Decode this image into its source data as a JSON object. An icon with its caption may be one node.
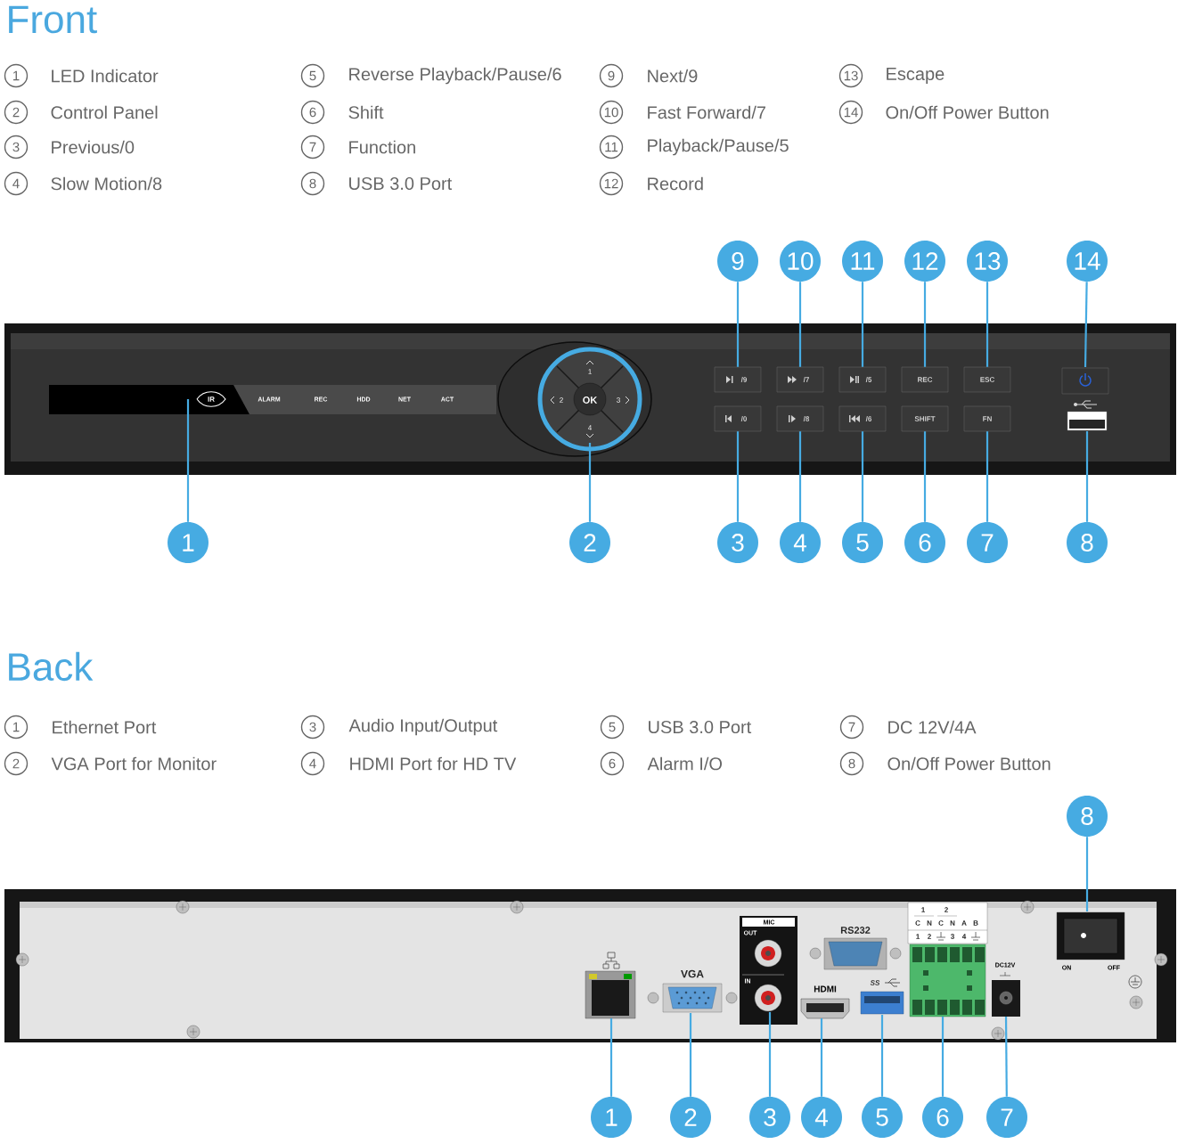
{
  "diagram": {
    "nodes": [
      {
        "text": [
          "9"
        ]
      },
      {
        "text": [
          "10"
        ]
      },
      {
        "text": [
          "11"
        ]
      },
      {
        "text": [
          "12"
        ]
      },
      {
        "text": [
          "13"
        ]
      },
      {
        "text": [
          "14"
        ]
      },
      {
        "text": [
          "/9"
        ]
      },
      {
        "text": [
          "/7"
        ]
      },
      {
        "text": [
          "/5"
        ]
      },
      {
        "text": [
          "REC"
        ]
      },
      {
        "text": [
          "ESC"
        ]
      },
      {
        "text": [
          "/0"
        ]
      },
      {
        "text": [
          "/8"
        ]
      },
      {
        "text": [
          "/6"
        ]
      },
      {
        "text": [
          "SHIFT"
        ]
      },
      {
        "text": [
          "FN"
        ]
      },
      {
        "text": [
          "1"
        ]
      },
      {
        "text": [
          "2"
        ]
      },
      {
        "text": [
          "3"
        ]
      },
      {
        "text": [
          "4"
        ]
      },
      {
        "text": [
          "5"
        ]
      },
      {
        "text": [
          "6"
        ]
      },
      {
        "text": [
          "7"
        ]
      },
      {
        "text": [
          "8"
        ]
      },
      {
        "text": [
          "8"
        ]
      },
      {
        "text": [
          "1"
        ]
      },
      {
        "text": [
          "2"
        ]
      },
      {
        "text": [
          "3"
        ]
      },
      {
        "text": [
          "4"
        ]
      },
      {
        "text": [
          "5"
        ]
      },
      {
        "text": [
          "6"
        ]
      },
      {
        "text": [
          "7"
        ]
      }
    ],
    "edges": [
      {
        "from": 0,
        "to": 6,
        "arrow": "none"
      },
      {
        "from": 1,
        "to": 7,
        "arrow": "none"
      },
      {
        "from": 2,
        "to": 8,
        "arrow": "none"
      },
      {
        "from": 3,
        "to": 9,
        "arrow": "none"
      },
      {
        "from": 4,
        "to": 10,
        "arrow": "none"
      },
      {
        "from": 5,
        "to": null,
        "arrow": "none"
      },
      {
        "from": 16,
        "to": null,
        "arrow": "none"
      },
      {
        "from": 17,
        "to": null,
        "arrow": "none"
      },
      {
        "from": 18,
        "to": 11,
        "arrow": "none"
      },
      {
        "from": 19,
        "to": 12,
        "arrow": "none"
      },
      {
        "from": 20,
        "to": 13,
        "arrow": "none"
      },
      {
        "from": 21,
        "to": 14,
        "arrow": "none"
      },
      {
        "from": 22,
        "to": 15,
        "arrow": "none"
      },
      {
        "from": 23,
        "to": null,
        "arrow": "none"
      },
      {
        "from": 24,
        "to": null,
        "arrow": "none"
      },
      {
        "from": 25,
        "to": null,
        "arrow": "none"
      },
      {
        "from": 26,
        "to": null,
        "arrow": "none"
      },
      {
        "from": 27,
        "to": null,
        "arrow": "none"
      },
      {
        "from": 28,
        "to": null,
        "arrow": "none"
      },
      {
        "from": 29,
        "to": null,
        "arrow": "none"
      },
      {
        "from": 30,
        "to": null,
        "arrow": "none"
      },
      {
        "from": 31,
        "to": null,
        "arrow": "none"
      }
    ],
    "labels": [
      "Front",
      "1",
      "LED Indicator",
      "5",
      "Reverse Playback/Pause/6",
      "9",
      "Next/9",
      "13",
      "Escape",
      "2",
      "Control Panel",
      "6",
      "Shift",
      "10",
      "Fast Forward/7",
      "14",
      "On/Off Power Button",
      "3",
      "Previous/0",
      "7",
      "Function",
      "11",
      "Playback/Pause/5",
      "4",
      "Slow Motion/8",
      "8",
      "USB 3.0 Port",
      "12",
      "Record",
      "IR",
      "ALARM",
      "REC",
      "HDD",
      "NET",
      "ACT",
      "1",
      "2",
      "OK",
      "3",
      "4",
      "Back",
      "1",
      "Ethernet Port",
      "3",
      "Audio Input/Output",
      "5",
      "USB 3.0 Port",
      "7",
      "DC 12V/4A",
      "2",
      "VGA Port for Monitor",
      "4",
      "HDMI Port for HD TV",
      "6",
      "Alarm I/O",
      "8",
      "On/Off Power Button",
      "MIC",
      "OUT",
      "IN",
      "RS232",
      "VGA",
      "HDMI",
      "SS",
      "1",
      "2",
      "C",
      "N",
      "C",
      "N",
      "A",
      "B",
      "1",
      "2",
      "3",
      "4",
      "DC12V",
      "ON",
      "OFF"
    ]
  }
}
